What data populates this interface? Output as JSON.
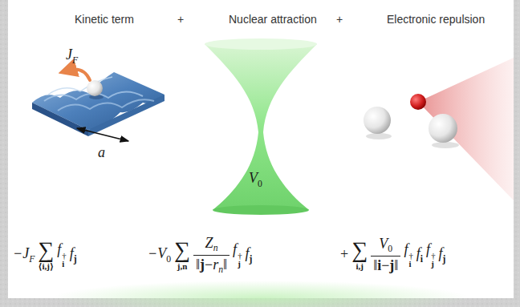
{
  "diagram": {
    "labels": [
      "Kinetic term",
      "+",
      "Nuclear attraction",
      "+",
      "Electronic repulsion",
      "J",
      "F",
      "a",
      "V",
      "0",
      "−J",
      "F",
      "∑",
      "⟨i,j⟩",
      "f",
      "†",
      "i",
      "f",
      "j",
      "−V",
      "0",
      "∑",
      "j,n",
      "Z",
      "n",
      "‖",
      "j",
      "−",
      "r",
      "n",
      "‖",
      "f",
      "†",
      "j",
      "f",
      "j",
      "+",
      "∑",
      "i,j",
      "V",
      "0",
      "‖",
      "i",
      "−",
      "j",
      "‖",
      "f",
      "†",
      "i",
      "f",
      "i",
      "f",
      "†",
      "j",
      "f",
      "j"
    ]
  }
}
